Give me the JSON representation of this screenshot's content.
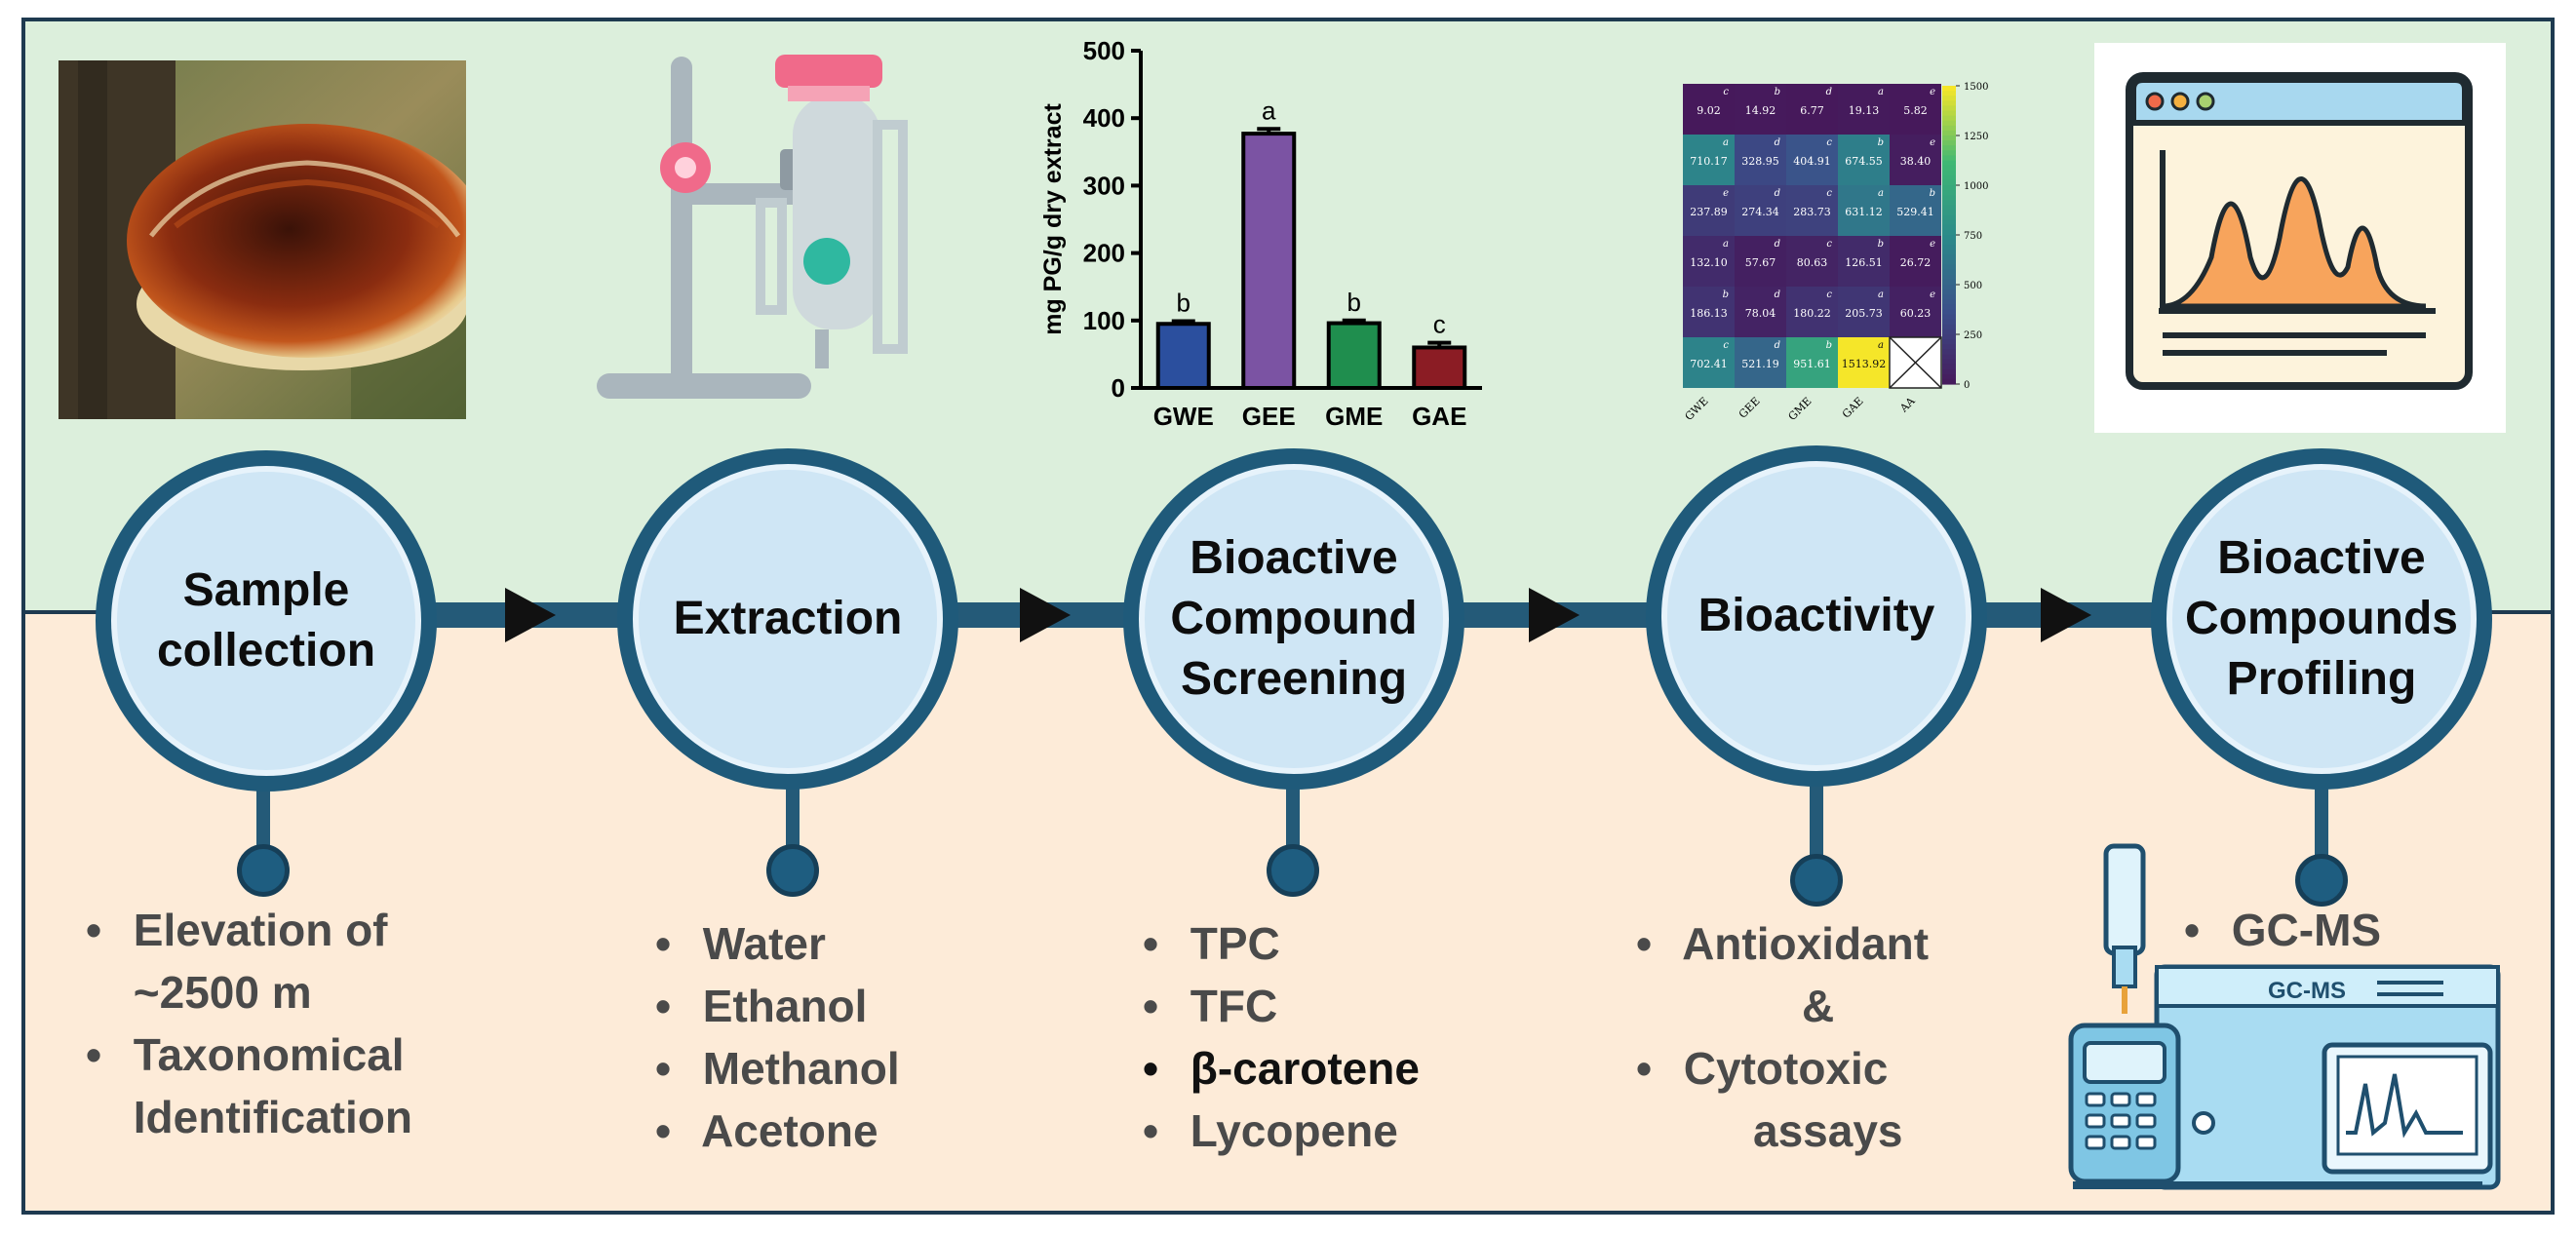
{
  "stages": [
    {
      "id": "sample-collection",
      "title": "Sample\ncollection",
      "bullets": [
        "Elevation of",
        "~2500 m",
        "Taxonomical",
        "Identification"
      ]
    },
    {
      "id": "extraction",
      "title": "Extraction",
      "bullets": [
        "Water",
        "Ethanol",
        "Methanol",
        "Acetone"
      ]
    },
    {
      "id": "screening",
      "title": "Bioactive\nCompound\nScreening",
      "bullets": [
        "TPC",
        "TFC",
        "β-carotene",
        "Lycopene"
      ]
    },
    {
      "id": "bioactivity",
      "title": "Bioactivity",
      "bullets": [
        "Antioxidant",
        "&",
        "Cytotoxic",
        "assays"
      ]
    },
    {
      "id": "profiling",
      "title": "Bioactive\nCompounds\nProfiling",
      "bullets": [
        "GC-MS"
      ]
    }
  ],
  "bar_chart": {
    "ylabel": "mg PG/g dry extract",
    "yticks": [
      "0",
      "100",
      "200",
      "300",
      "400",
      "500"
    ],
    "ylim": [
      0,
      500
    ],
    "categories": [
      "GWE",
      "GEE",
      "GME",
      "GAE"
    ],
    "values": [
      95,
      377,
      96,
      60
    ],
    "errors": [
      4,
      7,
      4,
      7
    ],
    "letters": [
      "b",
      "a",
      "b",
      "c"
    ],
    "colors": [
      "#2b4f9e",
      "#7b53a3",
      "#1f8e4e",
      "#8b1c24"
    ]
  },
  "heatmap": {
    "x_labels": [
      "GWE",
      "GEE",
      "GME",
      "GAE",
      "AA"
    ],
    "rows": [
      [
        "9.02",
        "14.92",
        "6.77",
        "19.13",
        "5.82"
      ],
      [
        "710.17",
        "328.95",
        "404.91",
        "674.55",
        "38.40"
      ],
      [
        "237.89",
        "274.34",
        "283.73",
        "631.12",
        "529.41"
      ],
      [
        "132.10",
        "57.67",
        "80.63",
        "126.51",
        "26.72"
      ],
      [
        "186.13",
        "78.04",
        "180.22",
        "205.73",
        "60.23"
      ],
      [
        "702.41",
        "521.19",
        "951.61",
        "1513.92",
        ""
      ]
    ],
    "values": [
      [
        9.02,
        14.92,
        6.77,
        19.13,
        5.82
      ],
      [
        710.17,
        328.95,
        404.91,
        674.55,
        38.4
      ],
      [
        237.89,
        274.34,
        283.73,
        631.12,
        529.41
      ],
      [
        132.1,
        57.67,
        80.63,
        126.51,
        26.72
      ],
      [
        186.13,
        78.04,
        180.22,
        205.73,
        60.23
      ],
      [
        702.41,
        521.19,
        951.61,
        1513.92,
        null
      ]
    ],
    "letters": [
      [
        "c",
        "b",
        "d",
        "a",
        "e"
      ],
      [
        "a",
        "d",
        "c",
        "b",
        "e"
      ],
      [
        "e",
        "d",
        "c",
        "a",
        "b"
      ],
      [
        "a",
        "d",
        "c",
        "b",
        "e"
      ],
      [
        "b",
        "d",
        "c",
        "a",
        "e"
      ],
      [
        "c",
        "d",
        "b",
        "a",
        ""
      ]
    ],
    "colorbar_ticks": [
      "0",
      "250",
      "500",
      "750",
      "1000",
      "1250",
      "1500"
    ],
    "vmax": 1500
  },
  "gcms_label": "GC-MS",
  "icons": [
    "mushroom-photo",
    "extraction-apparatus-icon",
    "chromatogram-window-icon",
    "gc-ms-instrument-icon"
  ],
  "colors": {
    "top_band": "#dcefdc",
    "bottom_band": "#fdebd8",
    "accent": "#1f5a7a"
  }
}
